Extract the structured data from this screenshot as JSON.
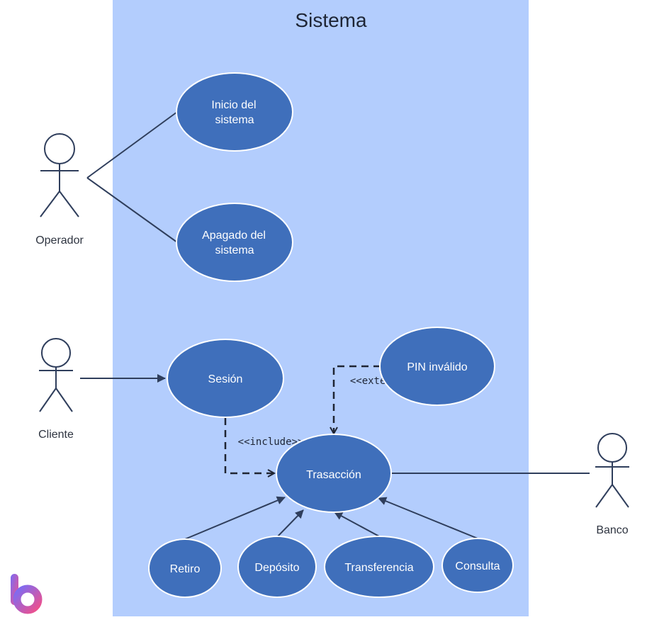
{
  "system": {
    "title": "Sistema"
  },
  "actors": {
    "operador": "Operador",
    "cliente": "Cliente",
    "banco": "Banco"
  },
  "use_cases": {
    "inicio": [
      "Inicio del",
      "sistema"
    ],
    "apagado": [
      "Apagado del",
      "sistema"
    ],
    "sesion": "Sesión",
    "pin": "PIN inválido",
    "transaccion": "Trasacción",
    "retiro": "Retiro",
    "deposito": "Depósito",
    "transferencia": "Transferencia",
    "consulta": "Consulta"
  },
  "relations": {
    "include": "<<include>>",
    "extend": "<<extend>>"
  },
  "colors": {
    "system_box": "#b3cdfd",
    "use_case_fill": "#3f6fbb",
    "line": "#2f3e5c",
    "logo_top": "#7a6cf5",
    "logo_bottom": "#f0508c"
  },
  "logo": {
    "icon": "brand-b-logo"
  }
}
